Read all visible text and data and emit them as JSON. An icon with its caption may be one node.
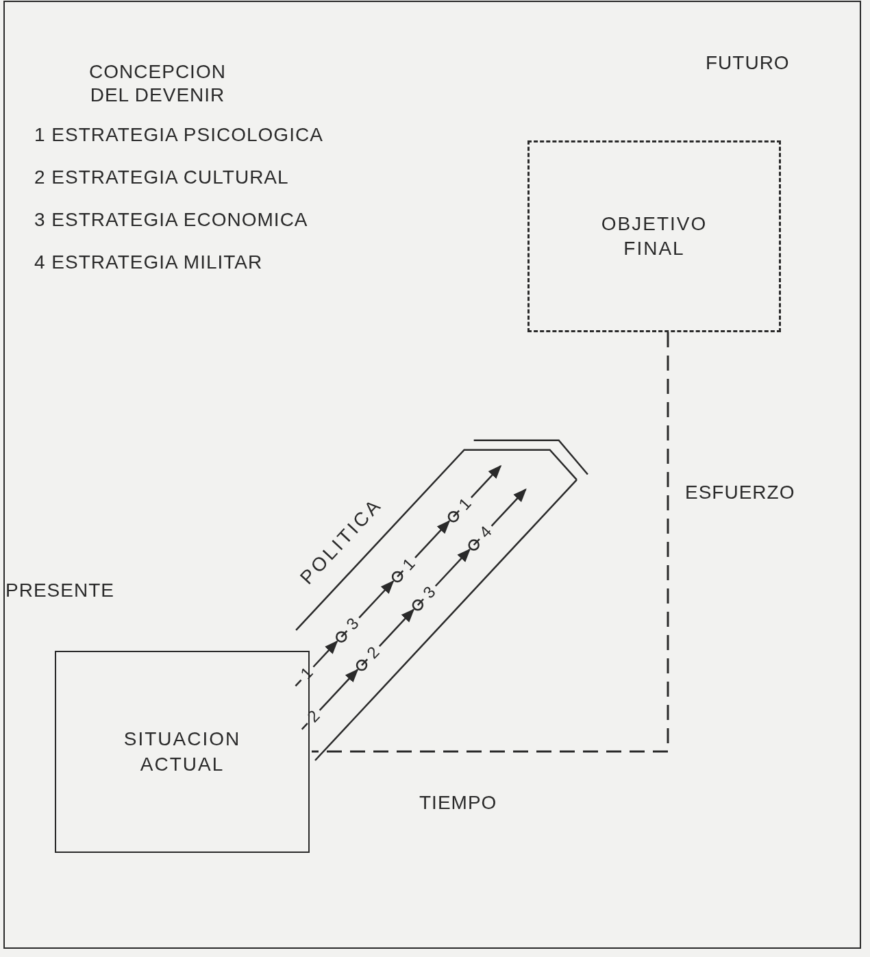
{
  "diagram": {
    "title": "CONCEPCION DEL DEVENIR",
    "nodes": [
      {
        "text": [
          "OBJETIVO FINAL"
        ]
      },
      {
        "text": [
          "SITUACION ACTUAL"
        ]
      }
    ],
    "labels": [
      "FUTURO",
      "1 ESTRATEGIA PSICOLOGICA",
      "2 ESTRATEGIA CULTURAL",
      "3 ESTRATEGIA ECONOMICA",
      "4 ESTRATEGIA MILITAR",
      "POLITICA",
      "1",
      "3",
      "1",
      "1",
      "2",
      "2",
      "3",
      "4",
      "ESFUERZO",
      "PRESENTE",
      "TIEMPO"
    ]
  }
}
